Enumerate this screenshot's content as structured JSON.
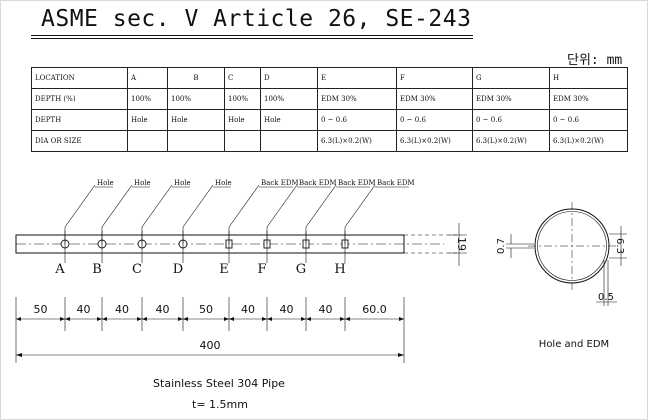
{
  "title": "ASME sec. V Article 26, SE-243",
  "unit_label": "단위: mm",
  "table": {
    "rows": [
      {
        "header": "LOCATION",
        "cells": [
          "A",
          "B",
          "C",
          "D",
          "E",
          "F",
          "G",
          "H"
        ]
      },
      {
        "header": "DEPTH (%)",
        "cells": [
          "100%",
          "100%",
          "100%",
          "100%",
          "EDM 30%",
          "EDM 30%",
          "EDM 30%",
          "EDM 30%"
        ]
      },
      {
        "header": "DEPTH",
        "cells": [
          "Hole",
          "Hole",
          "Hole",
          "Hole",
          "0 ~ 0.6",
          "0 ~ 0.6",
          "0 ~ 0.6",
          "0 ~ 0.6"
        ]
      },
      {
        "header": "DIA OR SIZE",
        "cells": [
          "",
          "",
          "",
          "",
          "6.3(L)×0.2(W)",
          "6.3(L)×0.2(W)",
          "6.3(L)×0.2(W)",
          "6.3(L)×0.2(W)"
        ]
      }
    ]
  },
  "drawing": {
    "callouts": [
      "Hole",
      "Hole",
      "Hole",
      "Hole",
      "Back EDM",
      "Back EDM",
      "Back EDM",
      "Back EDM"
    ],
    "location_letters": [
      "A",
      "B",
      "C",
      "D",
      "E",
      "F",
      "G",
      "H"
    ],
    "segment_dims": [
      "50",
      "40",
      "40",
      "40",
      "50",
      "40",
      "40",
      "40",
      "60.0"
    ],
    "total_length": "400",
    "pipe_diameter": "19",
    "caption_material": "Stainless Steel 304 Pipe",
    "caption_thickness": "t= 1.5mm"
  },
  "section_view": {
    "dim_left": "0.7",
    "dim_right": "6.3",
    "dim_bottom": "0.5",
    "label": "Hole and EDM"
  }
}
